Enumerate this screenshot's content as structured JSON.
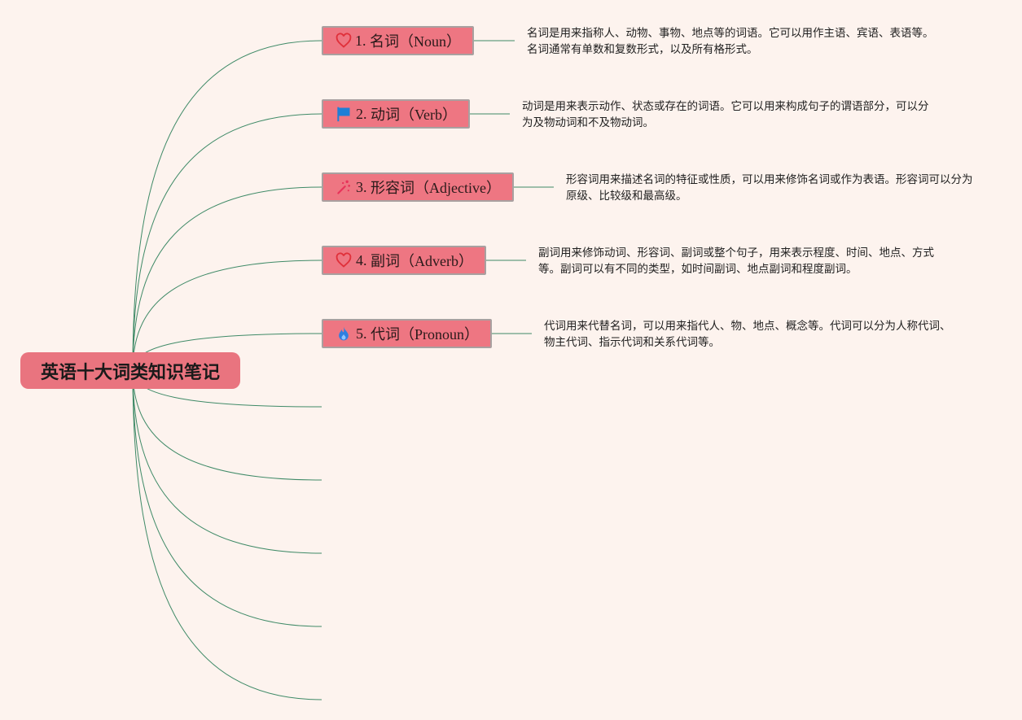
{
  "root": {
    "title": "英语十大词类知识笔记"
  },
  "topics": [
    {
      "number": "1.",
      "label": "名词（Noun）",
      "icon": "heart-icon",
      "icon_color": "#e0303a",
      "note": "名词是用来指称人、动物、事物、地点等的词语。它可以用作主语、宾语、表语等。名词通常有单数和复数形式，以及所有格形式。"
    },
    {
      "number": "2.",
      "label": "动词（Verb）",
      "icon": "flag-icon",
      "icon_color": "#1e7fd6",
      "note": "动词是用来表示动作、状态或存在的词语。它可以用来构成句子的谓语部分，可以分为及物动词和不及物动词。"
    },
    {
      "number": "3.",
      "label": "形容词（Adjective）",
      "icon": "magic-wand-icon",
      "icon_color": "#e8335a",
      "note": "形容词用来描述名词的特征或性质，可以用来修饰名词或作为表语。形容词可以分为原级、比较级和最高级。"
    },
    {
      "number": "4.",
      "label": "副词（Adverb）",
      "icon": "heart-icon",
      "icon_color": "#e0303a",
      "note": "副词用来修饰动词、形容词、副词或整个句子，用来表示程度、时间、地点、方式等。副词可以有不同的类型，如时间副词、地点副词和程度副词。"
    },
    {
      "number": "5.",
      "label": "代词（Pronoun）",
      "icon": "flame-icon",
      "icon_color": "#2f7fe0",
      "note": "代词用来代替名词，可以用来指代人、物、地点、概念等。代词可以分为人称代词、物主代词、指示代词和关系代词等。"
    }
  ],
  "colors": {
    "background": "#fdf3ee",
    "root_fill": "#e9747f",
    "topic_fill": "#ee7682",
    "topic_border": "#a9a0a0",
    "link": "#3f8a67"
  }
}
